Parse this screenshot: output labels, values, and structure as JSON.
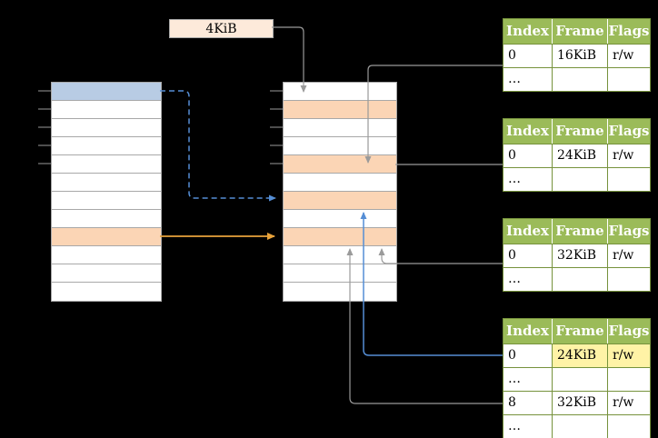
{
  "diagram": {
    "page_size_label": "4KiB",
    "virtual_memory": {
      "row_count": 12,
      "blue_rows": [
        0
      ],
      "orange_rows": [
        8
      ]
    },
    "physical_memory": {
      "row_count": 12,
      "blue_rows": [],
      "orange_rows": [
        1,
        4,
        6,
        8
      ]
    },
    "page_tables": [
      {
        "headers": [
          "Index",
          "Frame",
          "Flags"
        ],
        "rows": [
          [
            "0",
            "16KiB",
            "r/w"
          ],
          [
            "…",
            "",
            ""
          ]
        ],
        "highlight_cells": []
      },
      {
        "headers": [
          "Index",
          "Frame",
          "Flags"
        ],
        "rows": [
          [
            "0",
            "24KiB",
            "r/w"
          ],
          [
            "…",
            "",
            ""
          ]
        ],
        "highlight_cells": []
      },
      {
        "headers": [
          "Index",
          "Frame",
          "Flags"
        ],
        "rows": [
          [
            "0",
            "32KiB",
            "r/w"
          ],
          [
            "…",
            "",
            ""
          ]
        ],
        "highlight_cells": []
      },
      {
        "headers": [
          "Index",
          "Frame",
          "Flags"
        ],
        "rows": [
          [
            "0",
            "24KiB",
            "r/w"
          ],
          [
            "…",
            "",
            ""
          ],
          [
            "8",
            "32KiB",
            "r/w"
          ],
          [
            "…",
            "",
            ""
          ]
        ],
        "highlight_cells": [
          [
            0,
            1
          ],
          [
            0,
            2
          ]
        ]
      }
    ],
    "colors": {
      "background": "#000000",
      "memory_border": "#a8a8a8",
      "virtual_page_blue": "#b8cce4",
      "page_orange": "#fbd5b5",
      "table_header_bg": "#9bbb59",
      "table_border": "#76923c",
      "highlight_yellow": "#fff3a6",
      "label_box_fill": "#fdeada",
      "label_box_border": "#a8a8a8",
      "arrow_gray": "#9a9a9a",
      "arrow_blue": "#558ed5",
      "arrow_orange": "#e8a23b"
    }
  }
}
